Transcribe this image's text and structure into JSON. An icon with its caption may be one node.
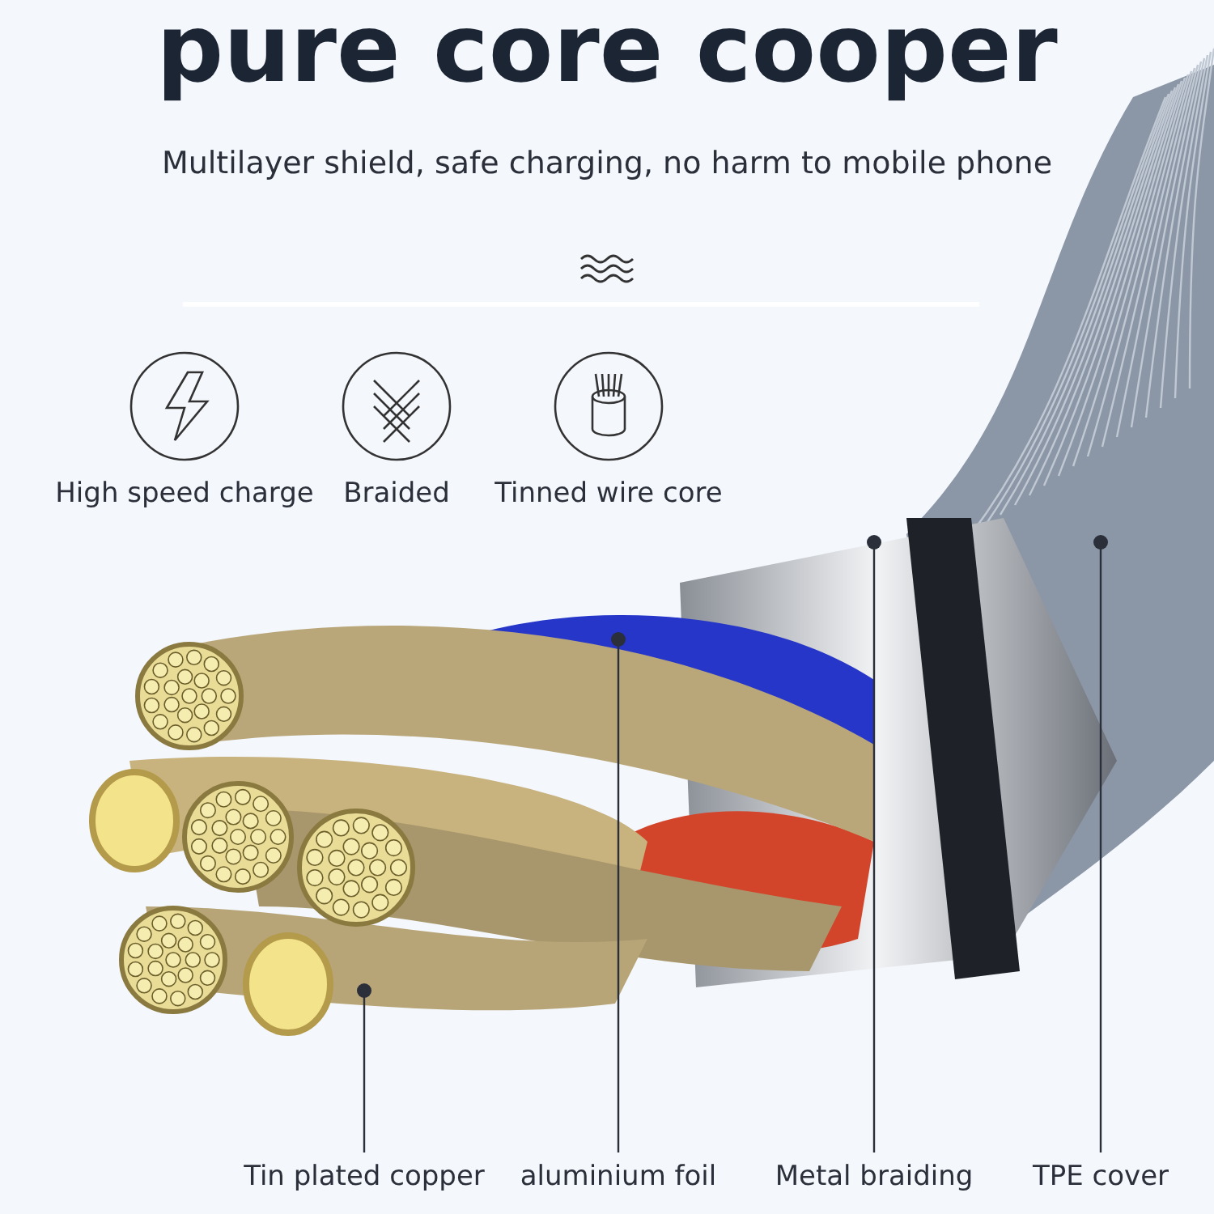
{
  "diagram": {
    "title": "pure core cooper",
    "nodes": [
      {
        "text": [
          "Tin plated copper"
        ]
      },
      {
        "text": [
          "aluminium foil"
        ]
      },
      {
        "text": [
          "Metal braiding"
        ]
      },
      {
        "text": [
          "TPE cover"
        ]
      }
    ],
    "edges": [
      {
        "from": 0,
        "to": null,
        "arrow": "other"
      },
      {
        "from": 1,
        "to": null,
        "arrow": "other"
      },
      {
        "from": 2,
        "to": null,
        "arrow": "other"
      },
      {
        "from": 3,
        "to": null,
        "arrow": "other"
      }
    ],
    "labels": [
      "Multilayer shield, safe charging, no harm to mobile phone",
      "High speed charge",
      "Braided",
      "Tinned wire core"
    ]
  }
}
